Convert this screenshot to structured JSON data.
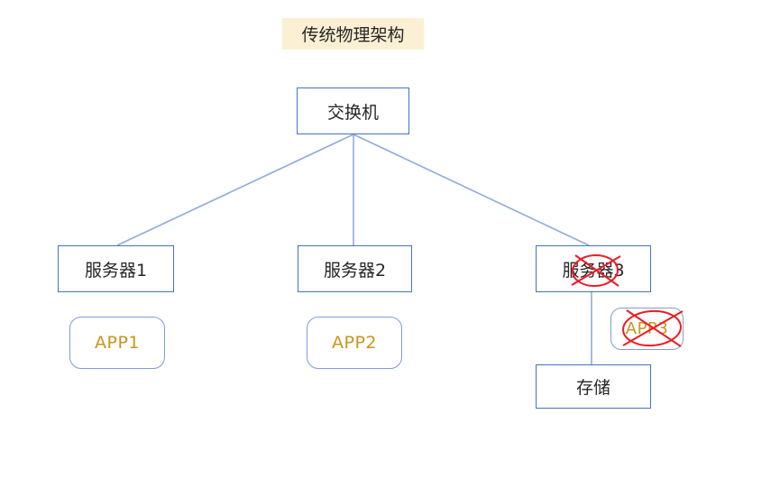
{
  "title": {
    "text": "传统物理架构"
  },
  "colors": {
    "title_highlight": "#FBF0D3",
    "box_border": "#4472C4",
    "app_border": "#7E9CD8",
    "app3_border": "#8A9BC0",
    "connector": "#8FAADC",
    "app_text": "#C9951C",
    "label_text": "#262626",
    "cross_mark": "#ED1C24",
    "background": "#FFFFFF"
  },
  "nodes": {
    "switch": {
      "label": "交换机",
      "crossed_out": false
    },
    "server1": {
      "label": "服务器1",
      "crossed_out": false
    },
    "server2": {
      "label": "服务器2",
      "crossed_out": false
    },
    "server3": {
      "label": "服务器3",
      "crossed_out": true
    },
    "app1": {
      "label": "APP1",
      "crossed_out": false
    },
    "app2": {
      "label": "APP2",
      "crossed_out": false
    },
    "app3": {
      "label": "APP3",
      "crossed_out": true
    },
    "storage": {
      "label": "存储",
      "crossed_out": false
    }
  },
  "edges": [
    {
      "from": "switch",
      "to": "server1"
    },
    {
      "from": "switch",
      "to": "server2"
    },
    {
      "from": "switch",
      "to": "server3"
    },
    {
      "from": "server3",
      "to": "storage"
    }
  ]
}
